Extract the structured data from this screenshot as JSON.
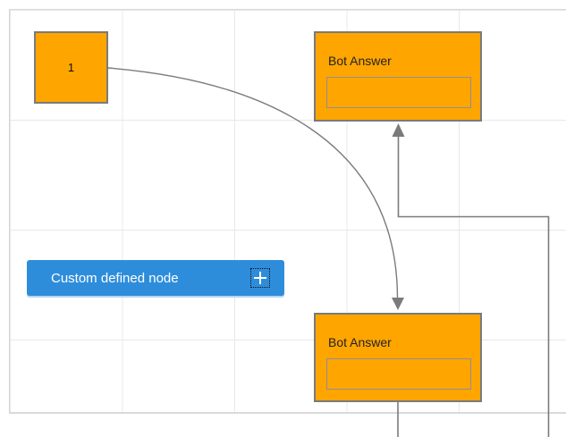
{
  "diagram": {
    "nodes": {
      "start_node": {
        "label": "1"
      },
      "bot_answer_top": {
        "title": "Bot Answer",
        "field_value": ""
      },
      "bot_answer_bottom": {
        "title": "Bot Answer",
        "field_value": ""
      },
      "custom_node": {
        "label": "Custom defined node",
        "icon": "plus-icon"
      }
    },
    "colors": {
      "node_fill": "#FFA500",
      "node_border": "#7A7A7A",
      "field_border": "#909090",
      "accent_blue": "#2E8DDB",
      "connector_gray": "#7B7B7B",
      "grid_line": "#E8E8E8"
    }
  }
}
